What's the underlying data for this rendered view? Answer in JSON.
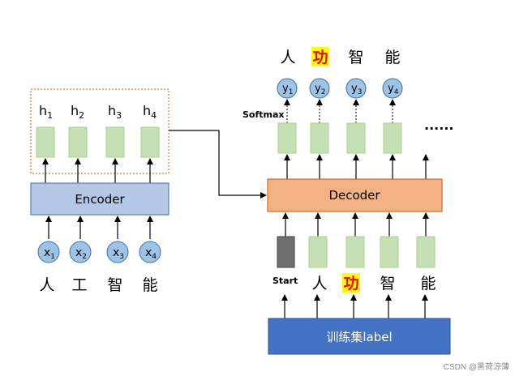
{
  "encoder": {
    "label": "Encoder",
    "hidden_states": [
      {
        "base": "h",
        "sub": "1"
      },
      {
        "base": "h",
        "sub": "2"
      },
      {
        "base": "h",
        "sub": "3"
      },
      {
        "base": "h",
        "sub": "4"
      }
    ],
    "inputs": [
      {
        "base": "x",
        "sub": "1"
      },
      {
        "base": "x",
        "sub": "2"
      },
      {
        "base": "x",
        "sub": "3"
      },
      {
        "base": "x",
        "sub": "4"
      }
    ],
    "input_chars": [
      "人",
      "工",
      "智",
      "能"
    ]
  },
  "decoder": {
    "label": "Decoder",
    "softmax_label": "Softmax",
    "outputs": [
      {
        "base": "y",
        "sub": "1"
      },
      {
        "base": "y",
        "sub": "2"
      },
      {
        "base": "y",
        "sub": "3"
      },
      {
        "base": "y",
        "sub": "4"
      }
    ],
    "output_chars": [
      "人",
      "功",
      "智",
      "能"
    ],
    "output_highlight_index": 1,
    "ellipsis": "......",
    "start_label": "Start",
    "input_chars": [
      "人",
      "功",
      "智",
      "能"
    ],
    "input_highlight_index": 1
  },
  "training": {
    "label": "训练集label"
  },
  "watermark": "CSDN @黑荷涼薄",
  "colors": {
    "encoder_fill": "#b4c7e7",
    "decoder_fill": "#f4b183",
    "cell_fill": "#c5e0b4",
    "cell_stroke": "#a9d18e",
    "token_fill": "#9dc3e6",
    "token_stroke": "#41719c",
    "training_fill": "#4472c4",
    "start_fill": "#707070",
    "highlight_bg": "#ffff00",
    "highlight_text": "#ff0000",
    "dotted_border": "#c55a11"
  }
}
